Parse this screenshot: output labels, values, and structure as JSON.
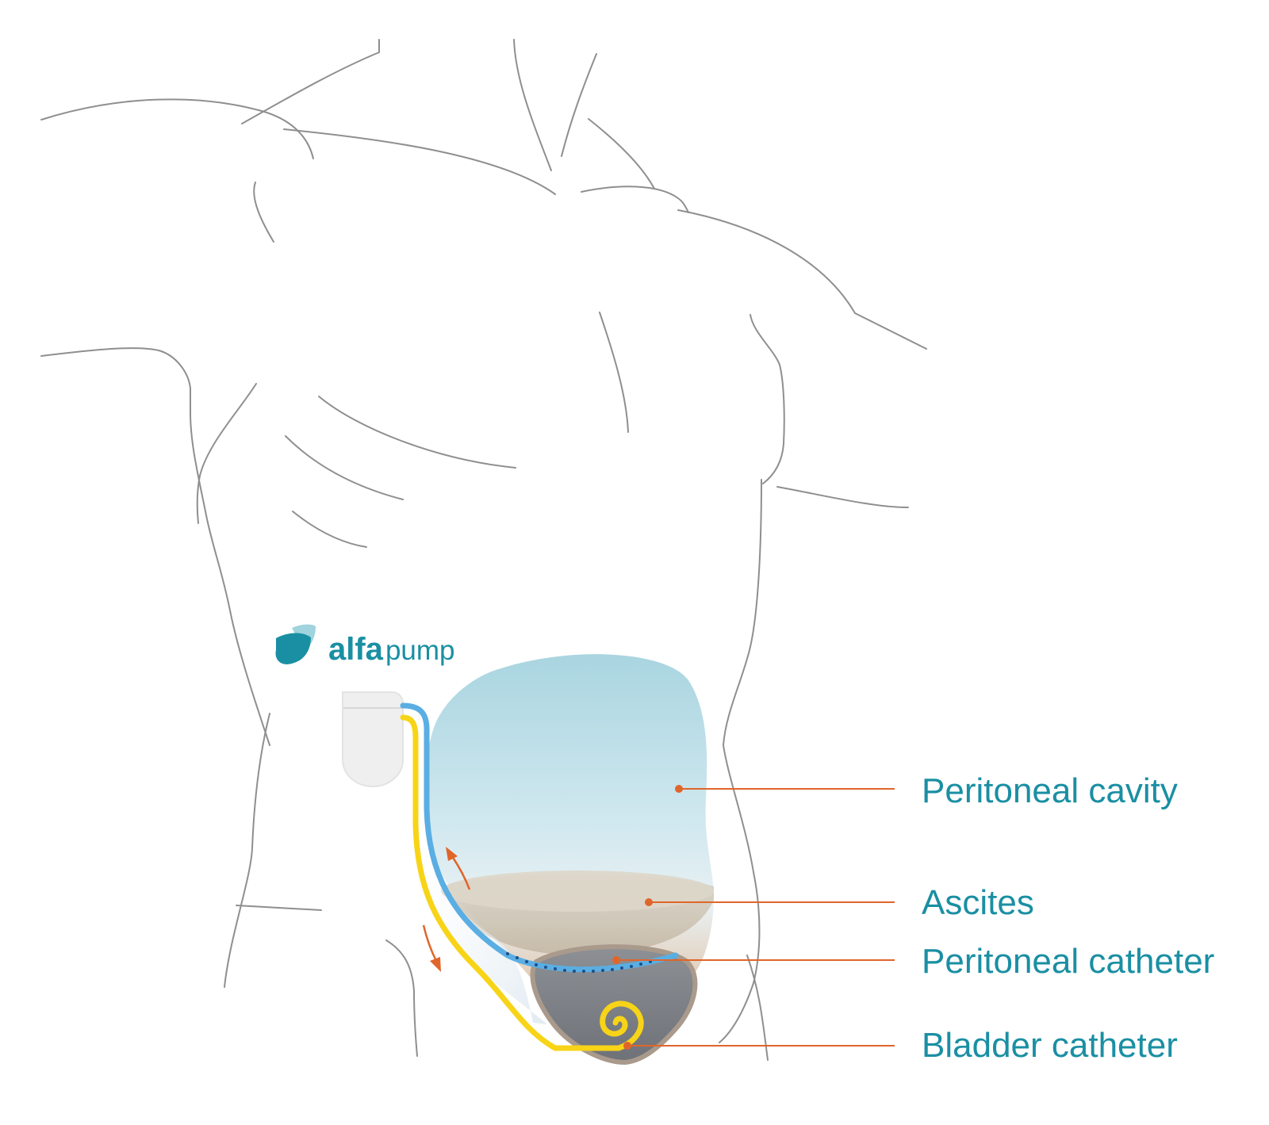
{
  "colors": {
    "brand": "#1a8fa3",
    "brand_light": "#9fd3dd",
    "leader": "#e0652a",
    "outline": "#8f8f8f",
    "peritoneal_catheter": "#5aaee3",
    "bladder_catheter": "#f7d417",
    "bladder": "#7b7f86",
    "pump_body": "#efefef"
  },
  "logo": {
    "bold": "alfa",
    "light": "pump",
    "icon": "leaf-drop-icon"
  },
  "labels": {
    "peritoneal_cavity": "Peritoneal cavity",
    "ascites": "Ascites",
    "peritoneal_catheter": "Peritoneal catheter",
    "bladder_catheter": "Bladder catheter"
  },
  "flow_arrows": {
    "up": "arrow-up-icon",
    "down": "arrow-down-icon"
  }
}
